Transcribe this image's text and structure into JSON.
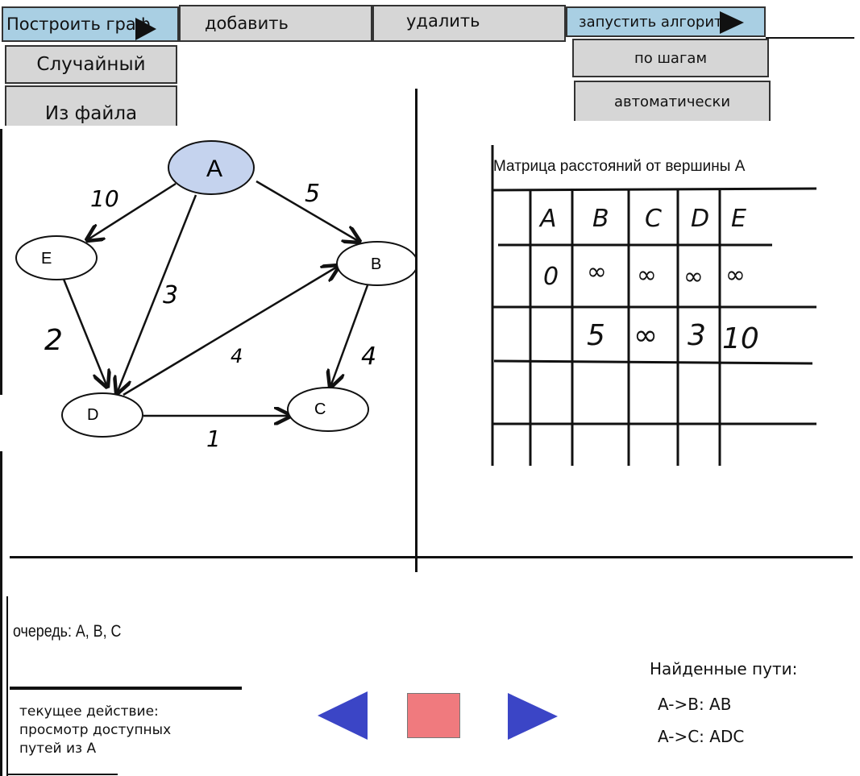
{
  "toolbar": {
    "build_graph": "Построить граф",
    "add": "добавить",
    "delete": "удалить",
    "run_algorithm": "запустить алгоритм"
  },
  "build_menu": {
    "random": "Случайный",
    "from_file": "Из файла"
  },
  "run_menu": {
    "step_by_step": "по шагам",
    "automatic": "автоматически"
  },
  "graph": {
    "nodes": {
      "a": "A",
      "b": "B",
      "c": "C",
      "d": "D",
      "e": "E"
    },
    "weights": {
      "a_e": "10",
      "a_b": "5",
      "a_d": "3",
      "e_d": "2",
      "d_b": "4",
      "b_c": "4",
      "d_c": "1"
    }
  },
  "matrix": {
    "title": "Матрица расстояний от вершины А",
    "headers": [
      "A",
      "B",
      "C",
      "D",
      "E"
    ],
    "row1": [
      "0",
      "∞",
      "∞",
      "∞",
      "∞"
    ],
    "row2": [
      "",
      "5",
      "∞",
      "3",
      "10"
    ]
  },
  "queue": {
    "text": "очередь:  A, B, C"
  },
  "current_action": {
    "line1": "текущее действие:",
    "line2": "просмотр доступных",
    "line3": "путей из А"
  },
  "paths": {
    "title": "Найденные пути:",
    "items": [
      "A->B: AB",
      "A->C: ADC"
    ]
  },
  "colors": {
    "node_selected": "#c5d3ee",
    "play_buttons": "#3b45c6",
    "stop_button": "#f07a7e",
    "toolbar_blue": "#a9cfe3"
  }
}
